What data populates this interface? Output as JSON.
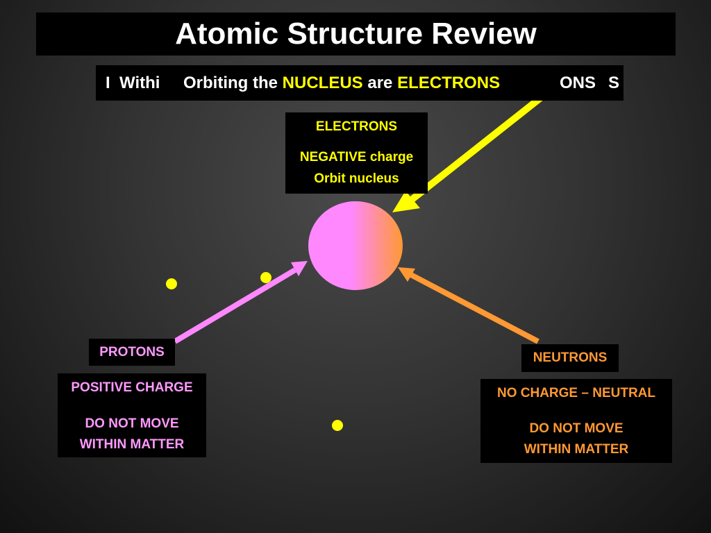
{
  "title": "Atomic Structure Review",
  "subtitle": {
    "fragment_left_1": "I",
    "fragment_left_2": "Withi",
    "text_part_1": "Orbiting the",
    "text_nucleus": "NUCLEUS",
    "text_part_2": "are",
    "text_electrons": "ELECTRONS",
    "fragment_right_1": "ONS",
    "fragment_right_2": "S"
  },
  "electrons": {
    "heading": "ELECTRONS",
    "charge": "NEGATIVE charge",
    "behavior": "Orbit nucleus",
    "color": "#ffff00"
  },
  "protons": {
    "label": "PROTONS",
    "charge": "POSITIVE CHARGE",
    "behavior": "DO NOT MOVE WITHIN MATTER",
    "color": "#ff99ff"
  },
  "neutrons": {
    "label": "NEUTRONS",
    "charge": "NO CHARGE – NEUTRAL",
    "behavior": "DO NOT MOVE WITHIN MATTER",
    "color": "#ff9933"
  },
  "nucleus": {
    "gradient_start": "#ff88ff",
    "gradient_end": "#ff9933"
  }
}
